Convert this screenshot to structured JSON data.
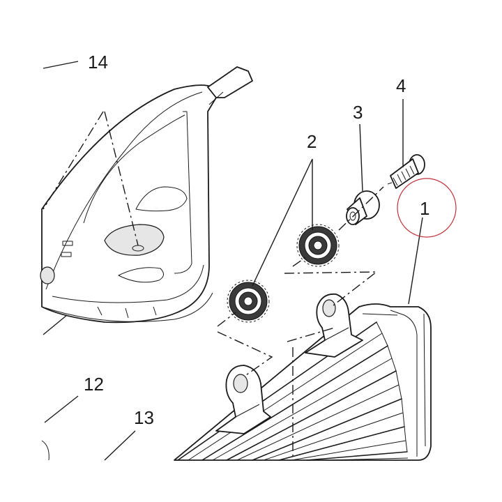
{
  "callouts": {
    "c1": "1",
    "c2": "2",
    "c3": "3",
    "c4": "4",
    "c12": "12",
    "c13": "13",
    "c14": "14"
  },
  "colors": {
    "line": "#1a1a1a",
    "highlight_circle": "#c0303a",
    "background": "#ffffff"
  }
}
